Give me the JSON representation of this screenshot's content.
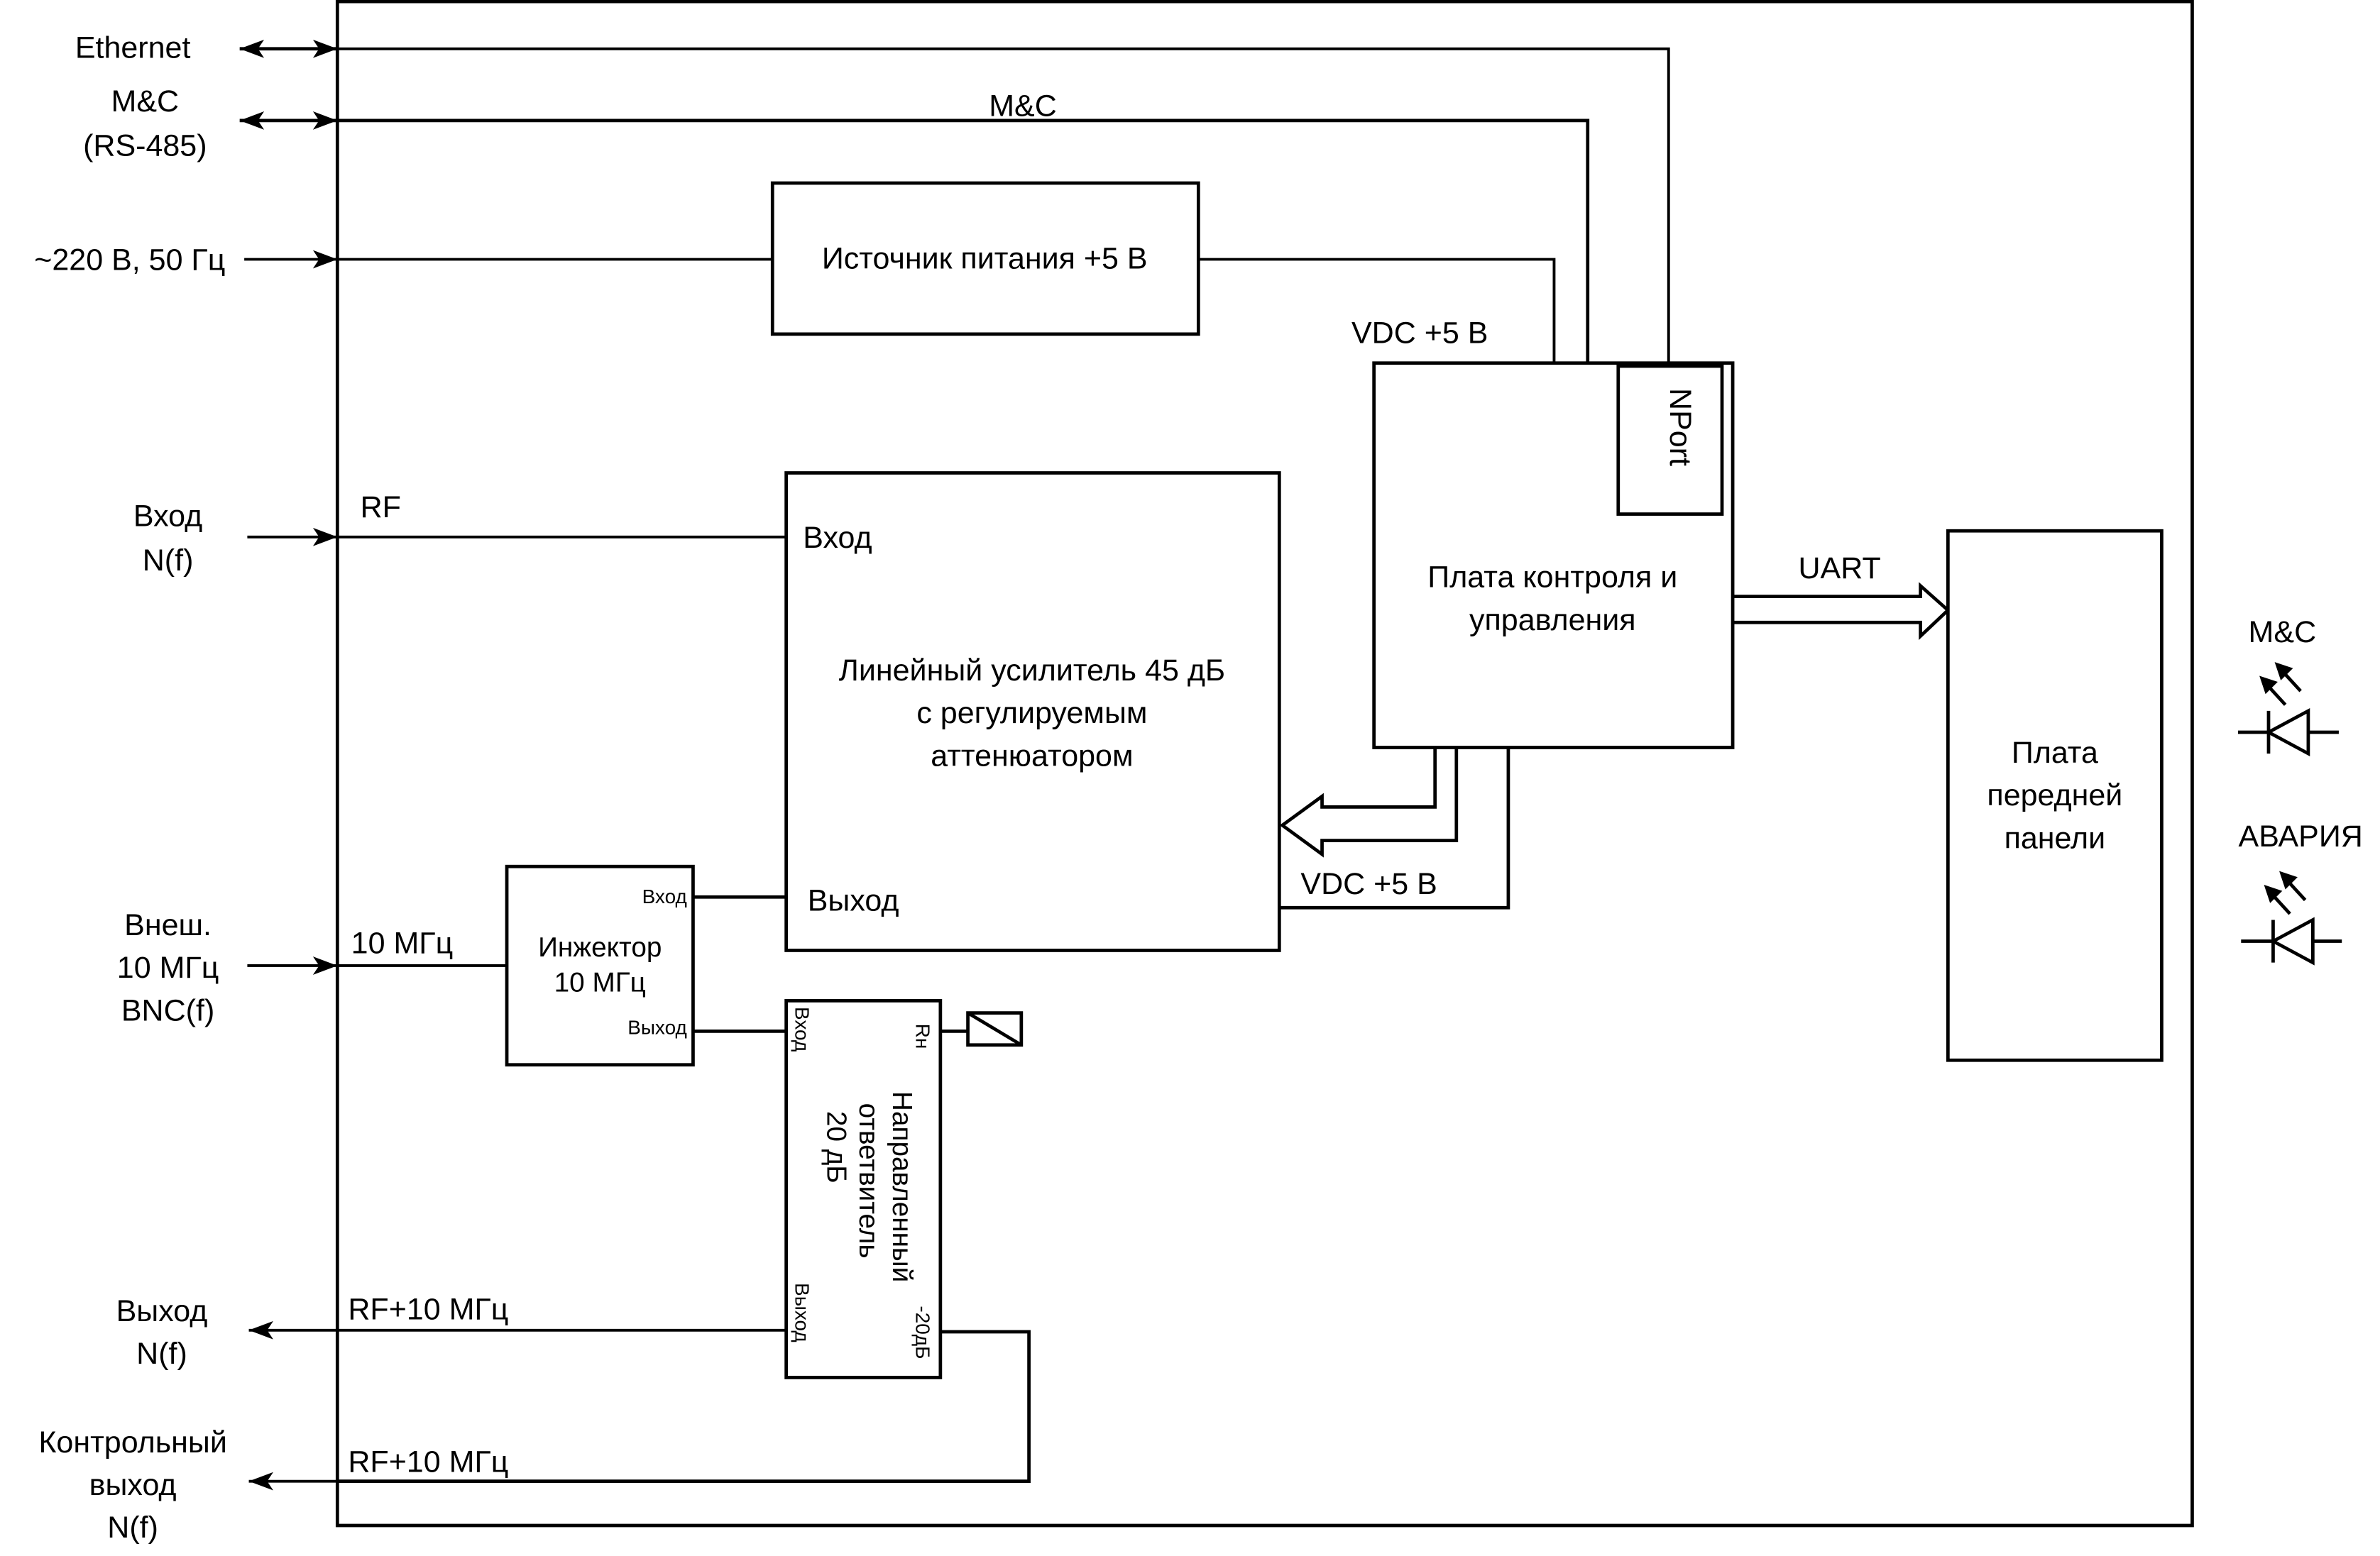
{
  "diagram": {
    "external_ports": {
      "ethernet": "Ethernet",
      "mc_line1": "M&C",
      "mc_line2": "(RS-485)",
      "power": "~220 В, 50 Гц",
      "rf_in_line1": "Вход",
      "rf_in_line2": "N(f)",
      "ref_in_line1": "Внеш.",
      "ref_in_line2": "10 МГц",
      "ref_in_line3": "BNC(f)",
      "out_line1": "Выход",
      "out_line2": "N(f)",
      "mon_line1": "Контрольный",
      "mon_line2": "выход",
      "mon_line3": "N(f)"
    },
    "signal_labels": {
      "mc_bus": "M&C",
      "vdc_top": "VDC +5 В",
      "rf": "RF",
      "ref_10mhz": "10 МГц",
      "uart": "UART",
      "vdc_bottom": "VDC +5 В",
      "rf_out": "RF+10 МГц",
      "rf_mon": "RF+10 МГц"
    },
    "blocks": {
      "psu": "Источник питания +5 В",
      "control_line1": "Плата контроля и",
      "control_line2": "управления",
      "nport": "NPort",
      "amp_in": "Вход",
      "amp_out": "Выход",
      "amp_line1": "Линейный усилитель 45 дБ",
      "amp_line2": "с регулируемым",
      "amp_line3": "аттенюатором",
      "injector_line1": "Инжектор",
      "injector_line2": "10 МГц",
      "injector_in": "Вход",
      "injector_out": "Выход",
      "coupler_line1": "Направленный",
      "coupler_line2": "ответвитель",
      "coupler_line3": "20 дБ",
      "coupler_in": "Вход",
      "coupler_out": "Выход",
      "coupler_load": "Rн",
      "coupler_tap": "-20дБ",
      "front_line1": "Плата",
      "front_line2": "передней",
      "front_line3": "панели"
    },
    "indicators": {
      "led1": "M&C",
      "led2": "АВАРИЯ"
    }
  }
}
